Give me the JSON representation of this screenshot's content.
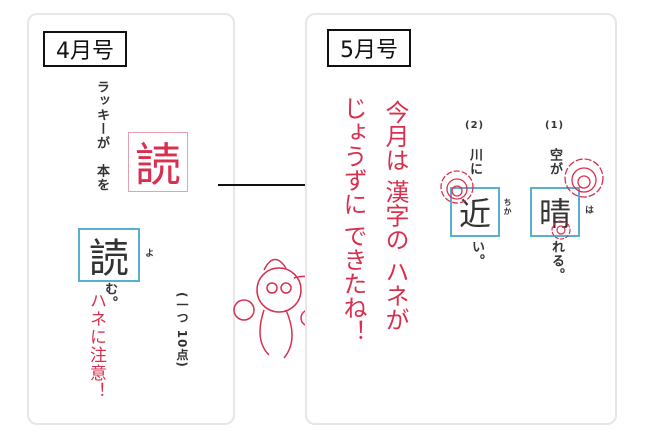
{
  "april": {
    "label": "4月号",
    "sentence_top": "ラッキーが　本を",
    "model_kanji": "読",
    "answer_kanji": "読",
    "furigana": "よ",
    "ending": "む。",
    "note": "ハネに注意！",
    "points": "(一つ 10点)"
  },
  "may": {
    "label": "5月号",
    "comment_line1": "今月は 漢字の ハネが",
    "comment_line2": "じょうずに できたね！",
    "q2": {
      "number": "(2)",
      "before": "川に",
      "kanji": "近",
      "furigana": "ちか",
      "after": "い。"
    },
    "q1": {
      "number": "(1)",
      "before": "空が",
      "kanji": "晴",
      "furigana": "は",
      "after": "れる。"
    }
  },
  "colors": {
    "red": "#d9304f",
    "blue": "#5aaed0"
  }
}
